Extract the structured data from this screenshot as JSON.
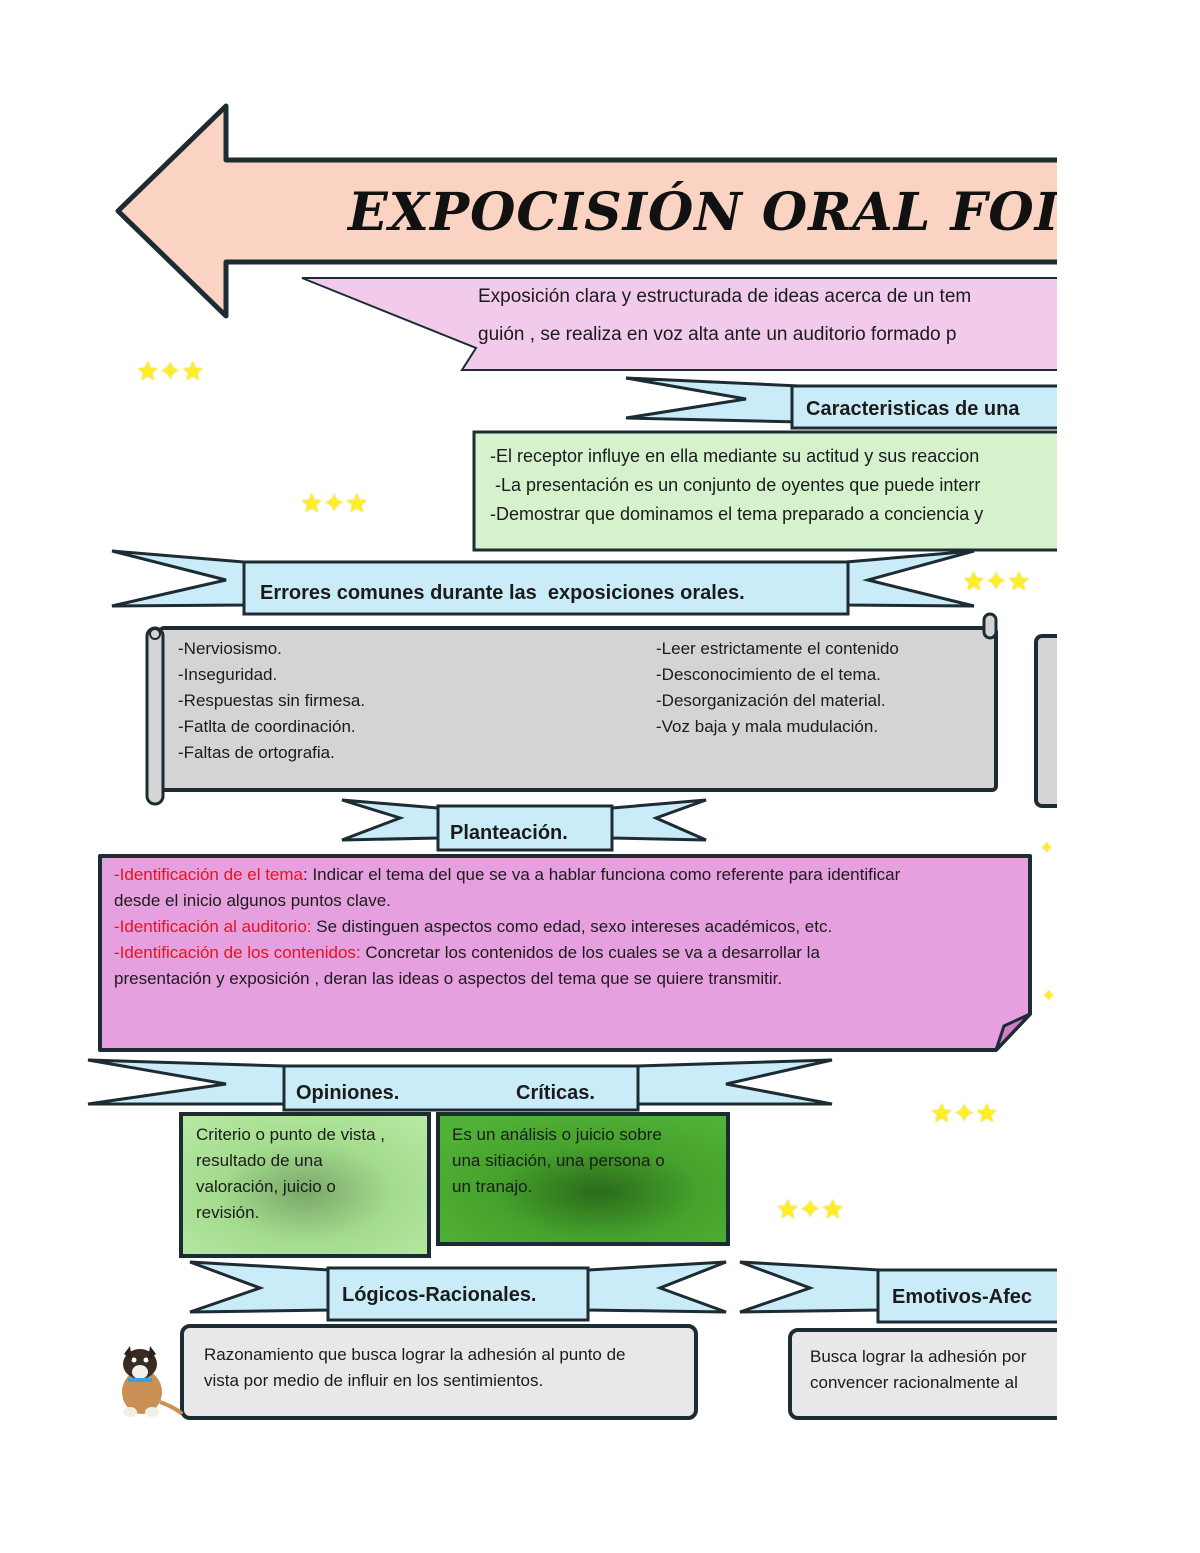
{
  "title": "EXPOCISIÓN ORAL FOI",
  "definition": {
    "line1": "Exposición clara y estructurada de ideas acerca de un tem",
    "line2": "guión , se realiza en voz alta ante un auditorio formado p"
  },
  "caracteristicas": {
    "header": "Caracteristicas de una",
    "items": [
      "-El receptor influye en ella mediante su actitud y sus reaccion",
      " -La presentación es un conjunto de oyentes que puede interr",
      "-Demostrar que dominamos el tema preparado a conciencia y"
    ]
  },
  "errores": {
    "header": "Errores comunes durante las  exposiciones orales.",
    "left": [
      "-Nerviosismo.",
      "-Inseguridad.",
      "-Respuestas sin firmesa.",
      "-Fatlta de coordinación.",
      "-Faltas de ortografia."
    ],
    "right": [
      "-Leer estrictamente el contenido",
      "-Desconocimiento de el tema.",
      "-Desorganización del material.",
      "-Voz baja y mala mudulación."
    ]
  },
  "planteacion": {
    "header": "Planteación.",
    "p1_label": "-Identificación de el tema",
    "p1_text_a": ": Indicar el tema del que se va a hablar funciona como referente para identificar",
    "p1_text_b": "desde el inicio algunos puntos clave.",
    "p2_label": "-Identificación al auditorio:",
    "p2_text": " Se distinguen aspectos como edad, sexo intereses académicos, etc.",
    "p3_label": "-Identificación de los contenidos:",
    "p3_text_a": " Concretar los contenidos de los cuales se va a desarrollar la",
    "p3_text_b": "presentación y exposición , deran las ideas o aspectos del tema que se quiere transmitir."
  },
  "opiniones": {
    "header": "Opiniones.",
    "lines": [
      "Criterio o punto de vista ,",
      "resultado de una",
      "valoración, juicio o",
      "revisión."
    ]
  },
  "criticas": {
    "header": "Críticas.",
    "lines": [
      "Es un análisis o juicio sobre",
      "una sitiación, una persona o",
      "un tranajo."
    ]
  },
  "logicos": {
    "header": "Lógicos-Racionales.",
    "lines": [
      "Razonamiento que busca lograr la adhesión al punto de",
      "vista por medio de influir en los sentimientos."
    ]
  },
  "emotivos": {
    "header": "Emotivos-Afec",
    "lines": [
      "Busca lograr la adhesión por",
      "convencer racionalmente al"
    ]
  },
  "colors": {
    "arrow": "#fbd3c2",
    "definition": "#f2cbec",
    "ribbon": "#c9ecf8",
    "green_box": "#d5f2cd",
    "gray_scroll": "#d4d4d4",
    "pink_note": "#e6a0df",
    "light_green": "#a4dc8e",
    "dark_green": "#45a22c",
    "gray_box": "#e8e8e8",
    "outline": "#1d2b33",
    "red_label": "#e8121b"
  }
}
